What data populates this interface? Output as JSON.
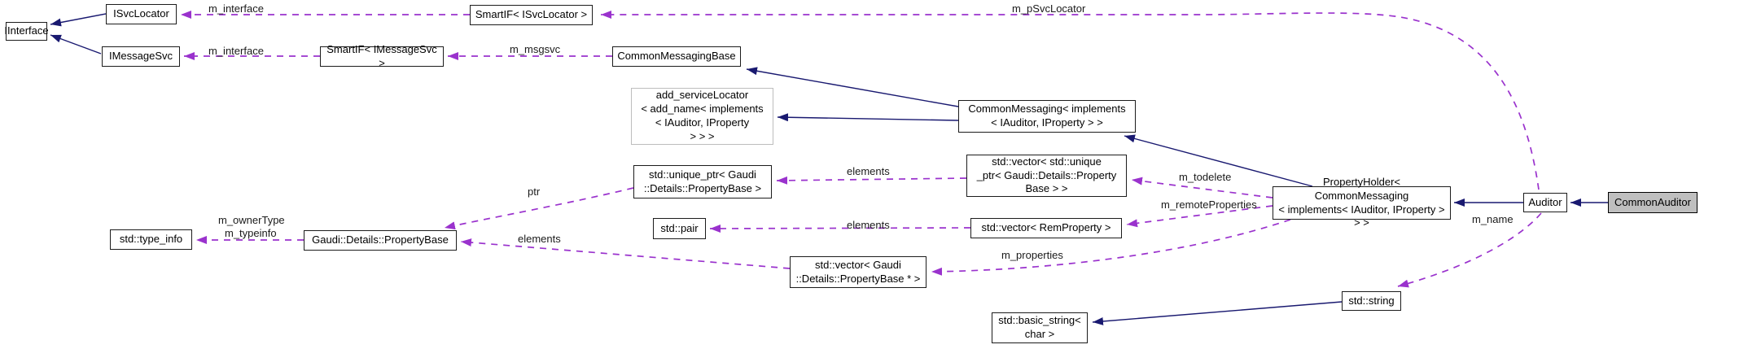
{
  "colors": {
    "inheritance_edge": "#191970",
    "usage_edge": "#9a32cd",
    "node_border": "#1c1c1c",
    "template_node_border": "#bdbdbd",
    "current_node_fill": "#bfbfbf",
    "background": "#ffffff"
  },
  "nodes": [
    {
      "id": "iinterface",
      "label": "IInterface"
    },
    {
      "id": "isvclocator",
      "label": "ISvcLocator"
    },
    {
      "id": "imessagesvc",
      "label": "IMessageSvc"
    },
    {
      "id": "smartif_isvclocator",
      "label": "SmartIF< ISvcLocator >"
    },
    {
      "id": "smartif_imessagesvc",
      "label": "SmartIF< IMessageSvc >"
    },
    {
      "id": "commonmessagingbase",
      "label": "CommonMessagingBase"
    },
    {
      "id": "add_servicelocator",
      "label": "add_serviceLocator\n< add_name< implements\n< IAuditor, IProperty\n> > >"
    },
    {
      "id": "commonmessaging",
      "label": "CommonMessaging< implements\n< IAuditor, IProperty > >"
    },
    {
      "id": "unique_ptr",
      "label": "std::unique_ptr< Gaudi\n::Details::PropertyBase >"
    },
    {
      "id": "vector_unique_ptr",
      "label": "std::vector< std::unique\n_ptr< Gaudi::Details::Property\nBase > >"
    },
    {
      "id": "std_pair",
      "label": "std::pair"
    },
    {
      "id": "vector_remproperty",
      "label": "std::vector< RemProperty >"
    },
    {
      "id": "type_info",
      "label": "std::type_info"
    },
    {
      "id": "property_base",
      "label": "Gaudi::Details::PropertyBase"
    },
    {
      "id": "vector_property_base_ptr",
      "label": "std::vector< Gaudi\n::Details::PropertyBase * >"
    },
    {
      "id": "property_holder",
      "label": "PropertyHolder< CommonMessaging\n< implements< IAuditor, IProperty > > >"
    },
    {
      "id": "auditor",
      "label": "Auditor"
    },
    {
      "id": "common_auditor",
      "label": "CommonAuditor"
    },
    {
      "id": "std_string",
      "label": "std::string"
    },
    {
      "id": "basic_string",
      "label": "std::basic_string<\nchar >"
    }
  ],
  "edge_labels": [
    {
      "id": "m_interface_1",
      "text": "m_interface"
    },
    {
      "id": "m_interface_2",
      "text": "m_interface"
    },
    {
      "id": "m_msgsvc",
      "text": "m_msgsvc"
    },
    {
      "id": "m_pSvcLocator",
      "text": "m_pSvcLocator"
    },
    {
      "id": "elements_1",
      "text": "elements"
    },
    {
      "id": "elements_2",
      "text": "elements"
    },
    {
      "id": "ptr",
      "text": "ptr"
    },
    {
      "id": "elements_3",
      "text": "elements"
    },
    {
      "id": "m_ownerType",
      "text": "m_ownerType"
    },
    {
      "id": "m_typeinfo",
      "text": "m_typeinfo"
    },
    {
      "id": "m_todelete",
      "text": "m_todelete"
    },
    {
      "id": "m_remoteProperties",
      "text": "m_remoteProperties"
    },
    {
      "id": "m_properties",
      "text": "m_properties"
    },
    {
      "id": "m_name",
      "text": "m_name"
    }
  ]
}
